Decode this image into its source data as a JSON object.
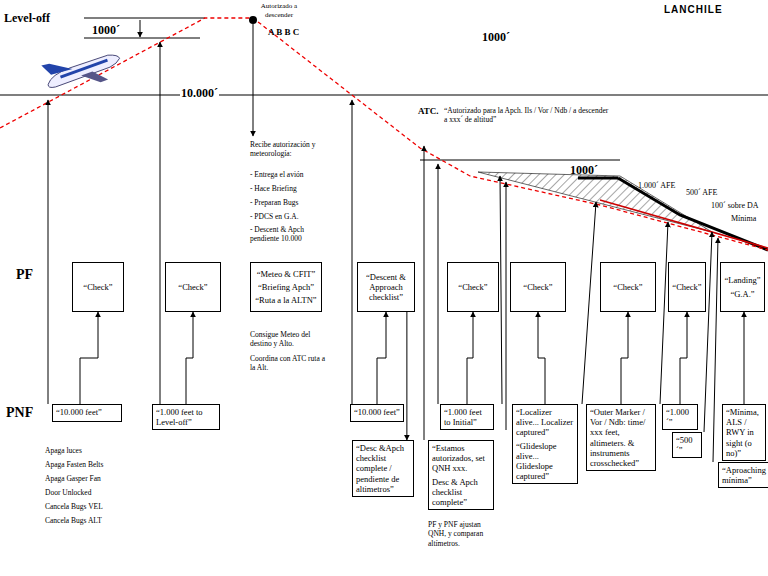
{
  "diagram": {
    "nodes": [
      {
        "text": [
          "“Check”"
        ]
      },
      {
        "text": [
          "“Check”"
        ]
      },
      {
        "text": [
          "“Meteo & CFIT”",
          "“Briefing Apch”",
          "“Ruta a la ALTN”"
        ]
      },
      {
        "text": [
          "“Descent & Approach checklist”"
        ]
      },
      {
        "text": [
          "“Check”"
        ]
      },
      {
        "text": [
          "“Check”"
        ]
      },
      {
        "text": [
          "“Check”"
        ]
      },
      {
        "text": [
          "“Check”"
        ]
      },
      {
        "text": [
          "“Landing”",
          "“G.A.”"
        ]
      },
      {
        "text": [
          "“10.000 feet”"
        ]
      },
      {
        "text": [
          "“1.000 feet to Level-off”"
        ]
      },
      {
        "text": [
          "“10.000 feet”"
        ]
      },
      {
        "text": [
          "“Desc &Apch checklist complete / pendiente de altimetros”"
        ]
      },
      {
        "text": [
          "“1.000 feet to Initial”"
        ]
      },
      {
        "text": [
          "“Estamos autorizados, set QNH xxx.",
          "Desc & Apch checklist complete”"
        ]
      },
      {
        "text": [
          "“Localizer alive... Localizer captured”",
          "“Glideslope alive... Glideslope captured”"
        ]
      },
      {
        "text": [
          "“Outer Marker / Vor / Ndb: time/ xxx feet, altimeters. & instruments crosschecked”"
        ]
      },
      {
        "text": [
          "“1.000´”"
        ]
      },
      {
        "text": [
          "“500´”"
        ]
      },
      {
        "text": [
          "“Mínima, ALS / RWY in sight (o no)”"
        ]
      },
      {
        "text": [
          "“Aproaching mínima”"
        ]
      }
    ],
    "edges": [
      {
        "from": 9,
        "to": 0,
        "arrow": "to"
      },
      {
        "from": 10,
        "to": 1,
        "arrow": "to"
      },
      {
        "from": 11,
        "to": 3,
        "arrow": "to"
      },
      {
        "from": 3,
        "to": 12,
        "arrow": "to"
      },
      {
        "from": 13,
        "to": 4,
        "arrow": "to"
      },
      {
        "from": 15,
        "to": 5,
        "arrow": "to"
      },
      {
        "from": 16,
        "to": 6,
        "arrow": "to"
      },
      {
        "from": 17,
        "to": 7,
        "arrow": "to"
      },
      {
        "from": 19,
        "to": 8,
        "arrow": "to"
      }
    ],
    "labels": [
      "LANCHILE",
      "Level-off",
      "1000´",
      "Autorizado a descender",
      "A B B C",
      "1000´",
      "10.000´",
      "Recibe autorización y meteorología:",
      "- Entrega el avión",
      "- Hace Briefing",
      "- Preparan Bugs",
      "- PDCS en G.A.",
      "- Descent & Apch pendiente 10.000",
      "ATC.",
      "“Autorizado para la Apch. Ils / Vor / Ndb / a descender a xxx´ de altitud”",
      "1000´",
      "1.000´ AFE",
      "500´ AFE",
      "100´ sobre DA",
      "Mínima",
      "PF",
      "PNF",
      "Consigue Meteo del destino y Alto.",
      "Coordina con ATC ruta a la Alt.",
      "Apaga luces",
      "Apaga Fasten Belts",
      "Apaga Gasper Fan",
      "Door Unlocked",
      "Cancela Bugs VEL",
      "Cancela Bugs ALT",
      "PF y PNF ajustan QNH, y comparan altímetros."
    ]
  }
}
